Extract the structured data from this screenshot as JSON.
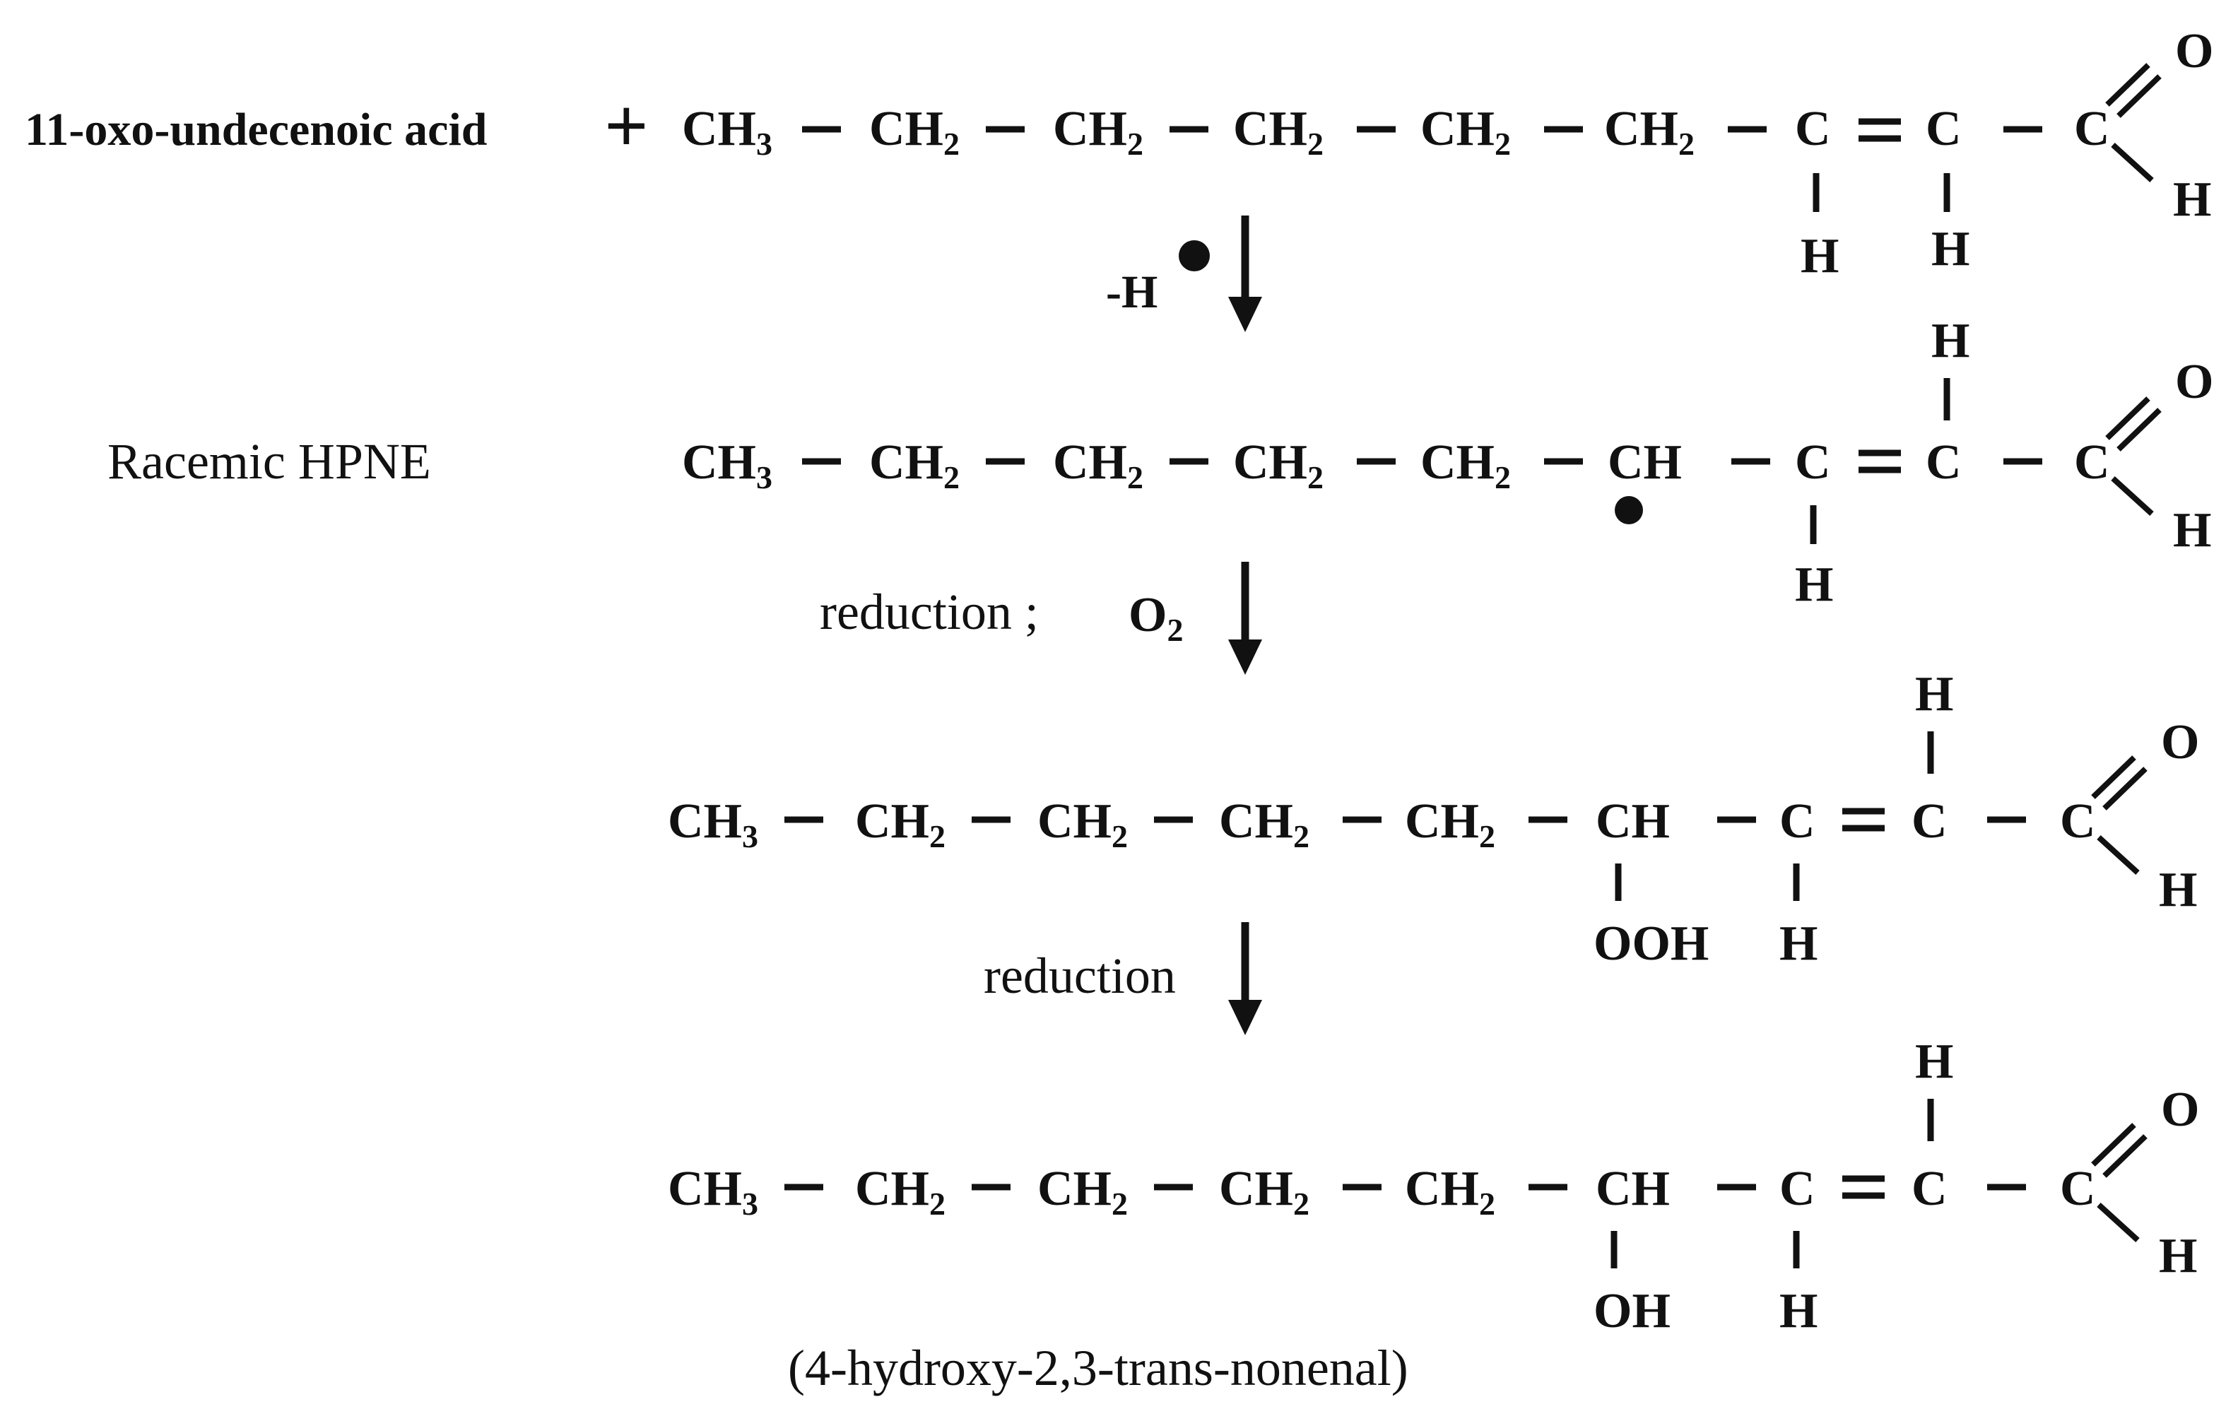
{
  "reactant_label": "11-oxo-undecenoic acid",
  "plus_sign": "+",
  "product_label": "Racemic  HPNE",
  "steps": {
    "step1_reagent": "-H",
    "step2_reagent_text": "reduction ;",
    "step2_oxygen": "O",
    "step2_oxygen_sub": "2",
    "step3_reagent": "reduction"
  },
  "final_name": "(4-hydroxy-2,3-trans-nonenal)",
  "atoms": {
    "ch3": "CH",
    "ch3_sub": "3",
    "ch2": "CH",
    "ch2_sub": "2",
    "ch": "CH",
    "c": "C",
    "h": "H",
    "o": "O",
    "ooh": "OOH",
    "oh": "OH"
  },
  "colors": {
    "ink": "#111111",
    "background": "#ffffff"
  }
}
